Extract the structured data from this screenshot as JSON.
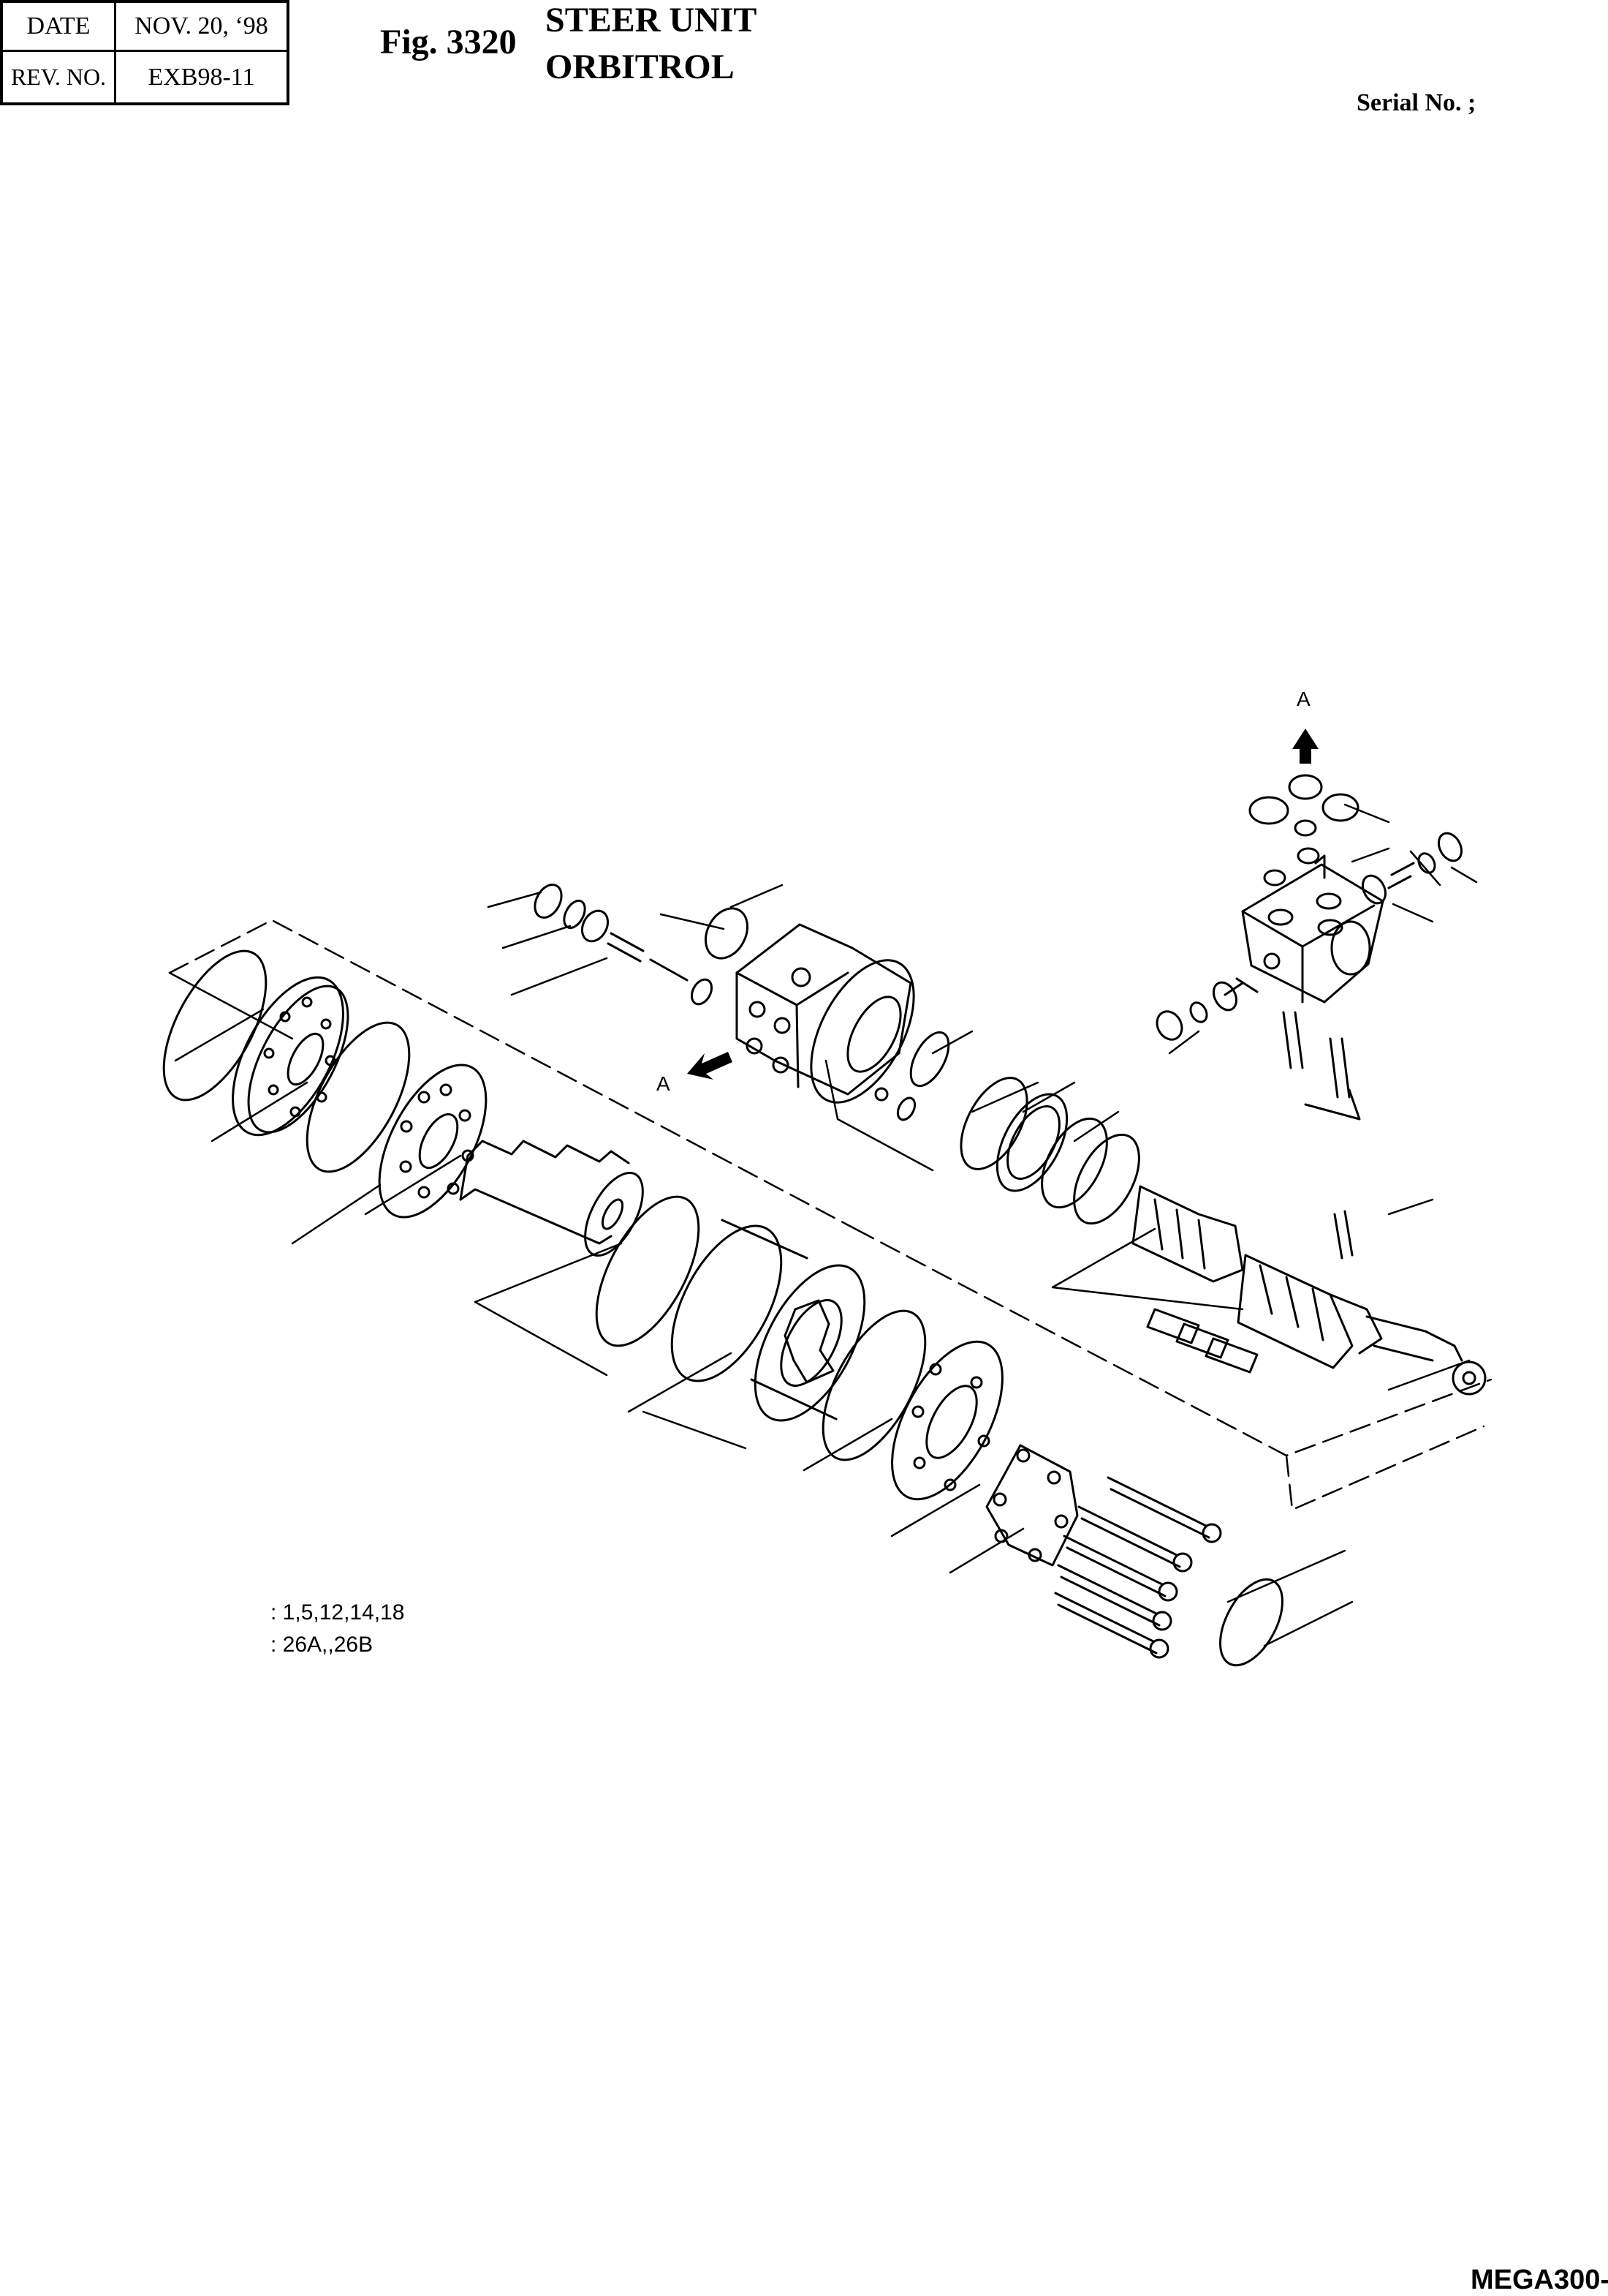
{
  "header": {
    "date_label": "DATE",
    "date_value": "NOV. 20, ‘98",
    "rev_label": "REV. NO.",
    "rev_value": "EXB98-11"
  },
  "figure": {
    "number": "Fig. 3320",
    "title_line1": "STEER UNIT",
    "title_line2": "ORBITROL"
  },
  "serial_label": "Serial No. ;",
  "view_labels": {
    "top_view": "A",
    "side_view": "A"
  },
  "legend": {
    "line1": ": 1,5,12,14,18",
    "line2": ": 26A,,26B"
  },
  "footer_code": "MEGA300-"
}
